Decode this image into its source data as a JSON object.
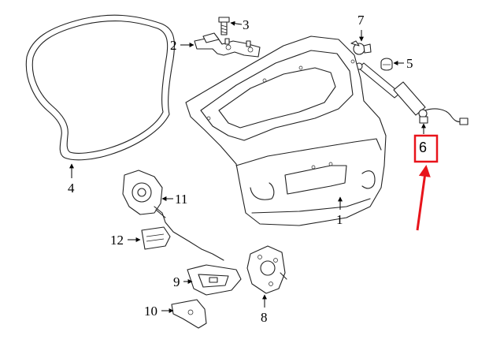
{
  "diagram": {
    "callouts": [
      {
        "id": "1",
        "label": "1"
      },
      {
        "id": "2",
        "label": "2"
      },
      {
        "id": "3",
        "label": "3"
      },
      {
        "id": "4",
        "label": "4"
      },
      {
        "id": "5",
        "label": "5"
      },
      {
        "id": "6",
        "label": "6"
      },
      {
        "id": "7",
        "label": "7"
      },
      {
        "id": "8",
        "label": "8"
      },
      {
        "id": "9",
        "label": "9"
      },
      {
        "id": "10",
        "label": "10"
      },
      {
        "id": "11",
        "label": "11"
      },
      {
        "id": "12",
        "label": "12"
      }
    ],
    "highlight": {
      "target": "6",
      "box_color": "#e8141b",
      "arrow_color": "#e8141b"
    },
    "colors": {
      "line": "#222222",
      "background": "#ffffff"
    }
  }
}
